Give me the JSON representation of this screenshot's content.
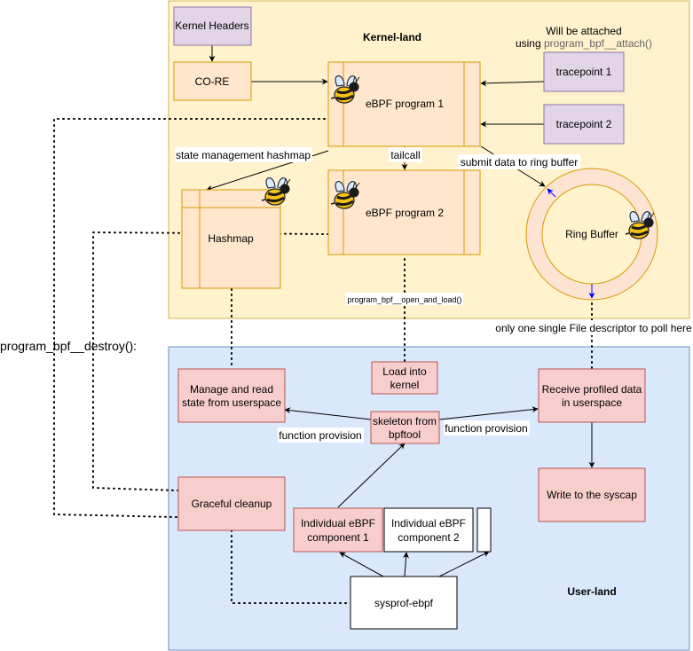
{
  "regions": {
    "kernel_land": "Kernel-land",
    "user_land": "User-land"
  },
  "nodes": {
    "kernel_headers": "Kernel Headers",
    "co_re": "CO-RE",
    "ebpf_program_1": "eBPF program 1",
    "ebpf_program_2": "eBPF program 2",
    "tracepoint_1": "tracepoint 1",
    "tracepoint_2": "tracepoint 2",
    "hashmap": "Hashmap",
    "ring_buffer": "Ring Buffer",
    "load_into_kernel": [
      "Load into",
      "kernel"
    ],
    "manage_state": [
      "Manage and read",
      "state from userspace"
    ],
    "skeleton": [
      "skeleton from",
      "bpftool"
    ],
    "receive_data": [
      "Receive profiled data",
      "in userspace"
    ],
    "write_syscap": "Write to the syscap",
    "graceful_cleanup": "Graceful cleanup",
    "component_1": [
      "Individual eBPF",
      "component 1"
    ],
    "component_2": [
      "Individual eBPF",
      "component 2"
    ],
    "sysprof_ebpf": "sysprof-ebpf"
  },
  "labels": {
    "will_be_attached": "Will be attached",
    "using_prefix": "using ",
    "attach_fn": "program_bpf__attach()",
    "state_hashmap": "state management hashmap",
    "tailcall": "tailcall",
    "submit_ring": "submit data to ring buffer",
    "open_and_load": "program_bpf__open_and_load()",
    "single_fd": "only one single File descriptor to poll here",
    "destroy": "program_bpf__destroy():",
    "function_provision_left": "function provision",
    "function_provision_right": "function provision"
  },
  "colors": {
    "kernel_bg": "#fff2cc",
    "user_bg": "#dae8fc",
    "ebpf_fill": "#ffe6cc",
    "userspace_fill": "#f8cecc",
    "tracepoint_fill": "#e1d5e7",
    "attach_fn_color": "#666666",
    "ring_arrow": "#0000ff"
  },
  "icons": [
    "bee-icon"
  ]
}
